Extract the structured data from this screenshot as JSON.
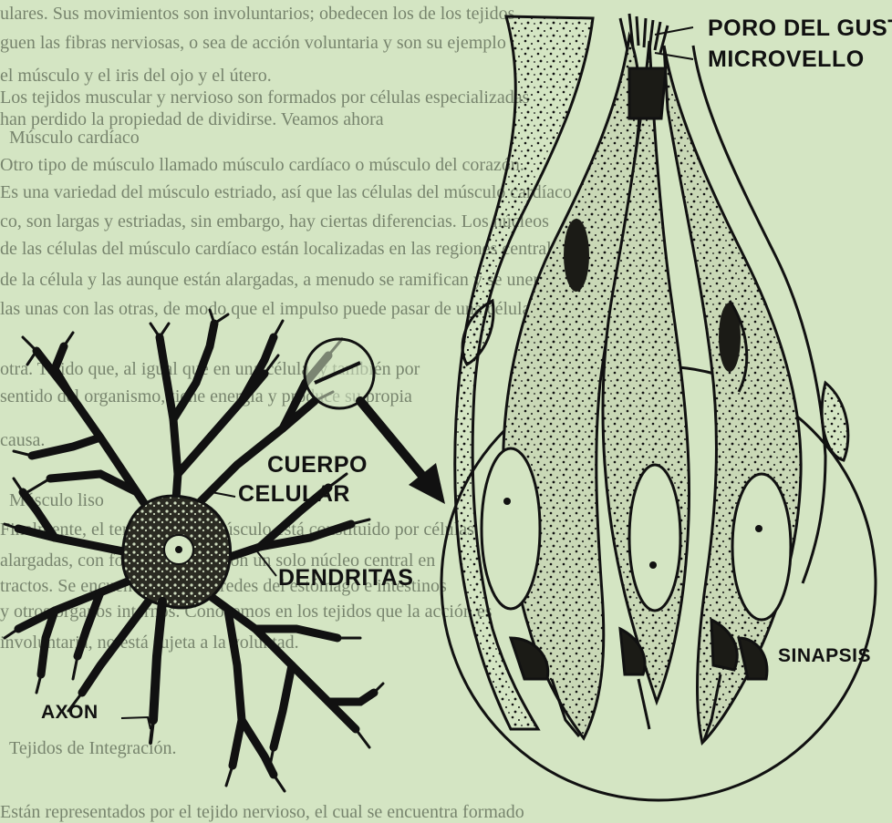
{
  "background_text": [
    "ulares. Sus movimientos son involuntarios; obedecen los de los tejidos",
    "guen las fibras nerviosas, o sea de acción voluntaria y son su ejemplo",
    "el músculo y el iris del ojo y el útero.",
    "Los tejidos muscular y nervioso son formados por células especializadas",
    "han perdido la propiedad de dividirse. Veamos ahora",
    "Músculo cardíaco",
    "Otro tipo de músculo llamado músculo cardíaco o músculo del corazón.",
    "Es una variedad del músculo estriado, así que las células del músculo cardíaco",
    "co, son largas y estriadas, sin embargo, hay ciertas diferencias. Los núcleos",
    "de las células del músculo cardíaco están localizadas en las regiones centrales",
    "de la célula y las aunque están alargadas, a menudo se ramifican y se unen",
    "las unas con las otras, de modo que el impulso puede pasar de una célula a",
    "otra. Tejido que, al igual que en una célula, y también por",
    "sentido del organismo, tiene energía y produce su propia",
    "causa.",
    "Músculo liso",
    "Finalmente, el tercer tipo de músculo está constituido por células",
    "alargadas, con forma de huso, con un solo núcleo central en",
    "tractos. Se encuentra en las paredes del estómago e intestinos",
    "y otros órganos internos. Conocemos en los tejidos que la acción es",
    "involuntaria, no está sujeta a la voluntad.",
    "Tejidos de Integración.",
    "Están representados por el tejido nervioso, el cual se encuentra formado"
  ],
  "labels": {
    "poro": "PORO DEL GUST",
    "microvello": "MICROVELLO",
    "cuerpo": "CUERPO",
    "celular": "CELULAR",
    "dendritas": "DENDRITAS",
    "axon": "AXON",
    "sinapsis": "SINAPSIS"
  },
  "colors": {
    "page": "#d4e5c3",
    "ink": "#111111",
    "cell_fill": "#c9d8b6",
    "ghost_text": "#3f4a3a"
  }
}
